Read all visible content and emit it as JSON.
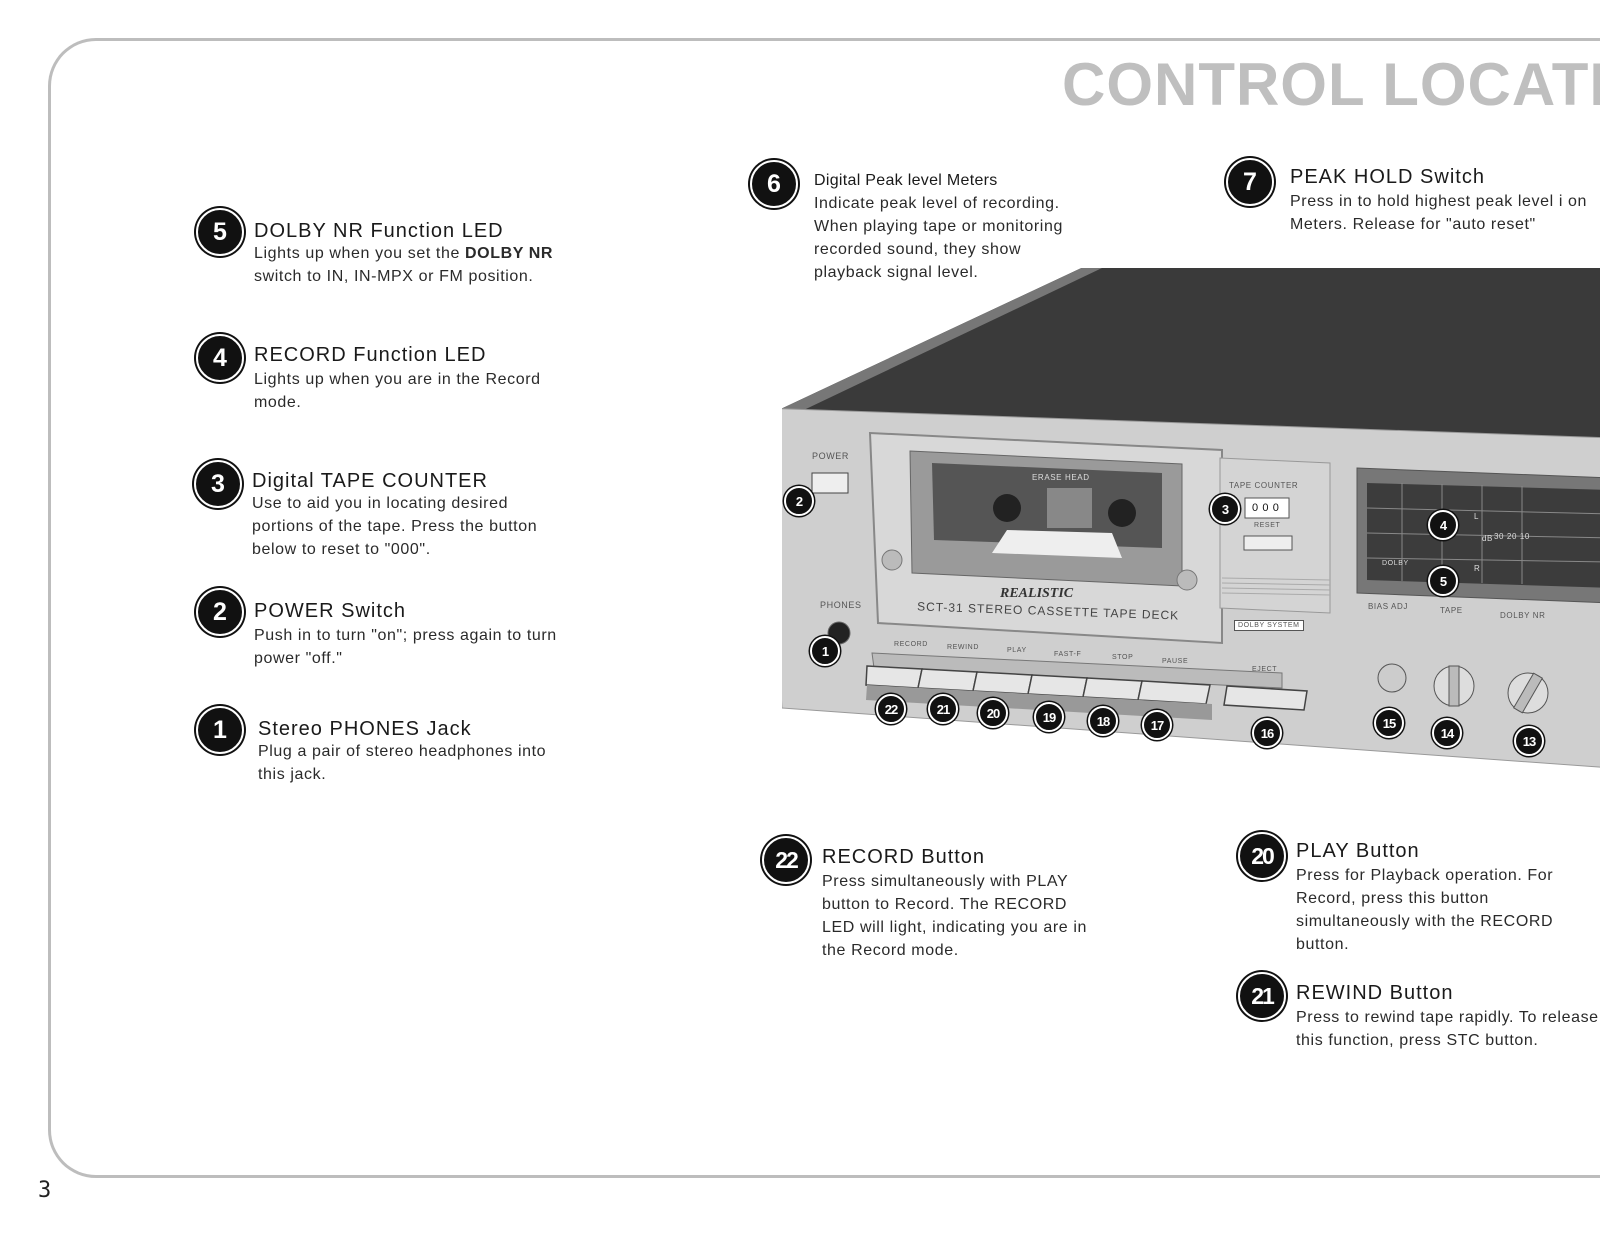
{
  "page": {
    "title": "CONTROL LOCATI",
    "page_number": "3"
  },
  "entries": {
    "e5": {
      "number": "5",
      "heading": "DOLBY  NR  Function LED",
      "body_pre": "Lights up when you set the ",
      "body_bold": "DOLBY NR",
      "body_post": " switch to IN, IN-MPX or FM position."
    },
    "e4": {
      "number": "4",
      "heading": "RECORD  Function LED",
      "body": "Lights up when you are in the Record mode."
    },
    "e3": {
      "number": "3",
      "heading": "Digital TAPE  COUNTER",
      "body": "Use to aid you in locating desired portions of the tape. Press the button below to reset to \"000\"."
    },
    "e2": {
      "number": "2",
      "heading": "POWER  Switch",
      "body": "Push in to turn \"on\"; press again to turn power \"off.\""
    },
    "e1": {
      "number": "1",
      "heading": "Stereo PHONES  Jack",
      "body": "Plug a pair of stereo headphones into this jack."
    },
    "e6": {
      "number": "6",
      "heading": "Digital Peak level Meters",
      "body": "Indicate peak level of recording. When playing tape or monitoring recorded sound, they show playback signal level."
    },
    "e7": {
      "number": "7",
      "heading": "PEAK  HOLD Switch",
      "body": "Press in to hold highest peak level i on Meters. Release for \"auto reset\""
    },
    "e22": {
      "number": "22",
      "heading": "RECORD  Button",
      "body": "Press simultaneously with PLAY button to Record. The RECORD LED will light, indicating you are in the Record mode."
    },
    "e20": {
      "number": "20",
      "heading": "PLAY  Button",
      "body": "Press for Playback operation. For Record, press this button simultaneously with the RECORD button."
    },
    "e21": {
      "number": "21",
      "heading": "REWIND  Button",
      "body": "Press to rewind tape rapidly. To release this function, press STC button."
    }
  },
  "device": {
    "power_label": "POWER",
    "phones_label": "PHONES",
    "tape_counter_label": "TAPE COUNTER",
    "reset_label": "RESET",
    "counter_digits": "0 0 0",
    "dolby_system_label": "DOLBY SYSTEM",
    "brand": "REALISTIC",
    "model": "SCT-31  STEREO  CASSETTE  TAPE  DECK",
    "head_label": "ERASE HEAD",
    "button_labels": [
      "RECORD",
      "REWIND",
      "PLAY",
      "FAST-F",
      "STOP",
      "PAUSE"
    ],
    "eject_label": "EJECT",
    "bias_label": "BIAS ADJ",
    "tape_label": "TAPE",
    "dolby_nr_label": "DOLBY NR",
    "meter_db": "dB",
    "meter_scale": "30  20  10",
    "meter_l": "L",
    "meter_r": "R",
    "meter_dolby": "DOLBY",
    "callouts": [
      "1",
      "2",
      "3",
      "4",
      "5",
      "13",
      "14",
      "15",
      "16",
      "17",
      "18",
      "19",
      "20",
      "21",
      "22"
    ]
  }
}
